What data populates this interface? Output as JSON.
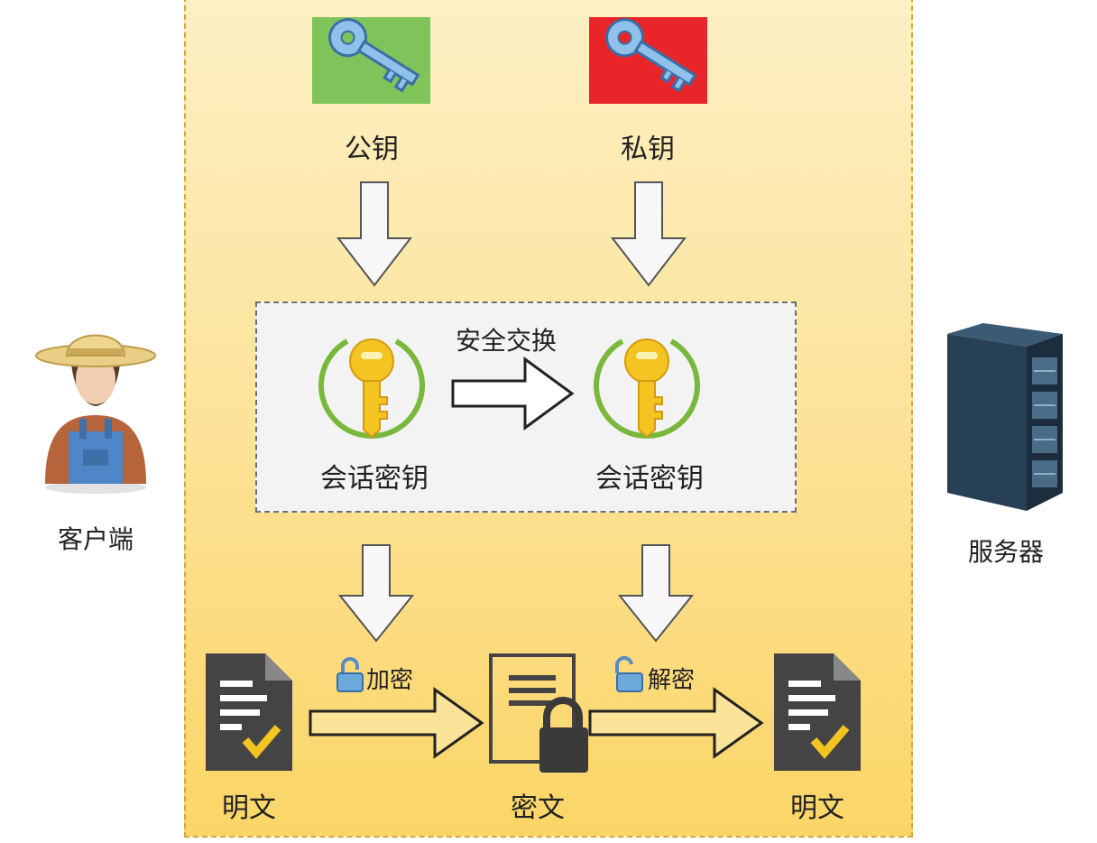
{
  "client": {
    "label": "客户端"
  },
  "server": {
    "label": "服务器"
  },
  "keys": {
    "public": "公钥",
    "private": "私钥"
  },
  "session": {
    "exchange": "安全交换",
    "left_key": "会话密钥",
    "right_key": "会话密钥"
  },
  "flow": {
    "plaintext_left": "明文",
    "ciphertext": "密文",
    "plaintext_right": "明文",
    "encrypt": "加密",
    "decrypt": "解密"
  },
  "colors": {
    "public_key_bg": "#7fc45a",
    "private_key_bg": "#e8262a",
    "panel": "#fce39a",
    "doc": "#444444"
  }
}
